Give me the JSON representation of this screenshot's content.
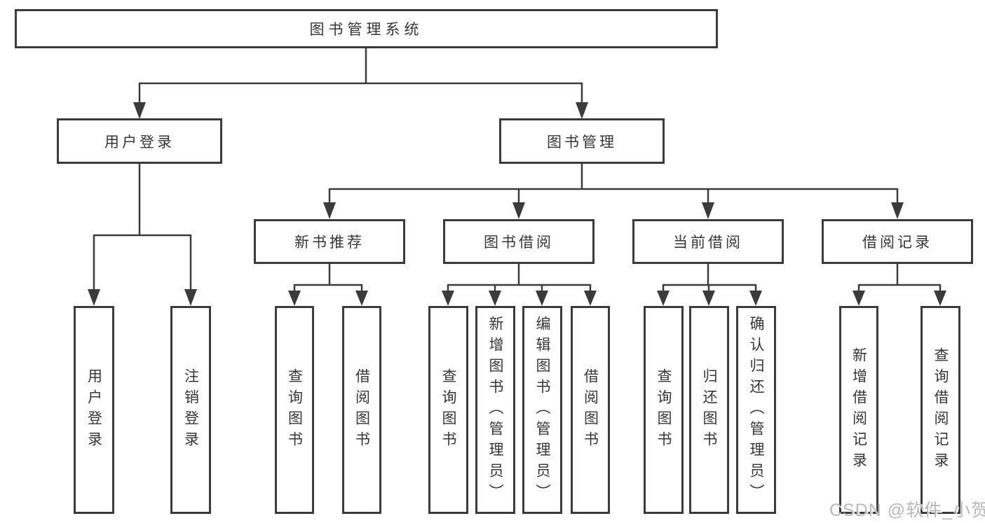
{
  "tree": {
    "label": "图书管理系统",
    "children": [
      {
        "label": "用户登录",
        "children": [
          {
            "label": "用户登录"
          },
          {
            "label": "注销登录"
          }
        ]
      },
      {
        "label": "图书管理",
        "children": [
          {
            "label": "新书推荐",
            "children": [
              {
                "label": "查询图书"
              },
              {
                "label": "借阅图书"
              }
            ]
          },
          {
            "label": "图书借阅",
            "children": [
              {
                "label": "查询图书"
              },
              {
                "label": "新增图书（管理员）"
              },
              {
                "label": "编辑图书（管理员）"
              },
              {
                "label": "借阅图书"
              }
            ]
          },
          {
            "label": "当前借阅",
            "children": [
              {
                "label": "查询图书"
              },
              {
                "label": "归还图书"
              },
              {
                "label": "确认归还（管理员）"
              }
            ]
          },
          {
            "label": "借阅记录",
            "children": [
              {
                "label": "新增借阅记录"
              },
              {
                "label": "查询借阅记录"
              }
            ]
          }
        ]
      }
    ]
  },
  "watermark": {
    "text": "CSDN @软件_小贺同学"
  },
  "colors": {
    "line": "#3b3b3b",
    "text": "#363636",
    "watermark": "#b9b9b9",
    "background": "#ffffff"
  }
}
